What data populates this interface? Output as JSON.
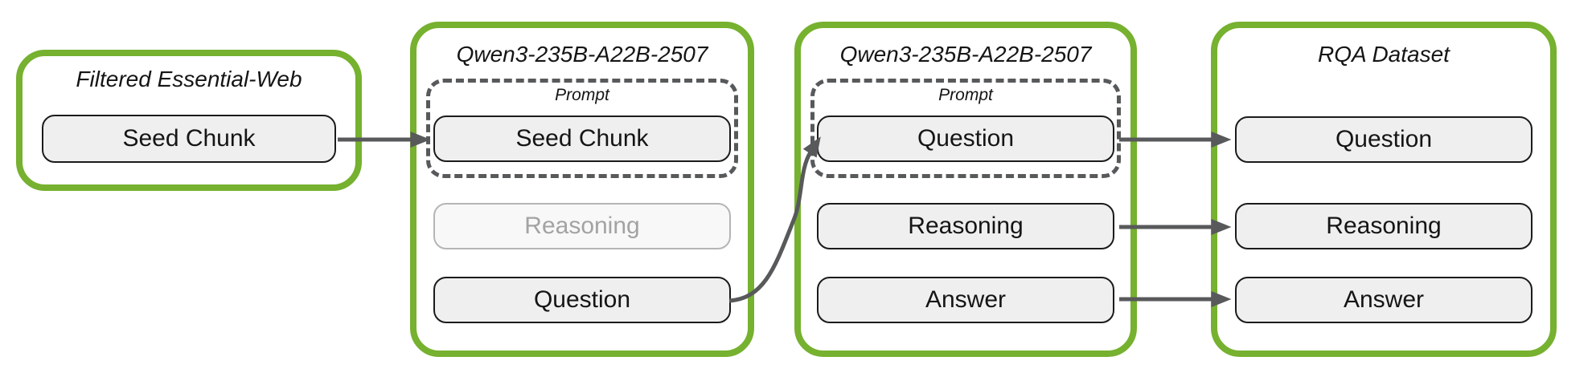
{
  "colors": {
    "background": "#ffffff",
    "group_border": "#76b12f",
    "arrow": "#58595b",
    "dashed_border": "#58595b",
    "node_fill": "#efefef",
    "node_border": "#1b1b1b",
    "node_text": "#151515",
    "faded_fill": "#f8f8f8",
    "faded_border": "#b5b5b5",
    "faded_text": "#a3a3a3",
    "title_text": "#151515"
  },
  "groups": [
    {
      "id": "filtered-essential-web",
      "title": "Filtered Essential-Web",
      "nodes": [
        {
          "label": "Seed Chunk",
          "state": "normal"
        }
      ]
    },
    {
      "id": "qwen-stage-1",
      "title": "Qwen3-235B-A22B-2507",
      "prompt": {
        "label": "Prompt",
        "nodes": [
          {
            "label": "Seed Chunk",
            "state": "normal"
          }
        ]
      },
      "nodes": [
        {
          "label": "Reasoning",
          "state": "faded"
        },
        {
          "label": "Question",
          "state": "normal"
        }
      ]
    },
    {
      "id": "qwen-stage-2",
      "title": "Qwen3-235B-A22B-2507",
      "prompt": {
        "label": "Prompt",
        "nodes": [
          {
            "label": "Question",
            "state": "normal"
          }
        ]
      },
      "nodes": [
        {
          "label": "Reasoning",
          "state": "normal"
        },
        {
          "label": "Answer",
          "state": "normal"
        }
      ]
    },
    {
      "id": "rqa-dataset",
      "title": "RQA Dataset",
      "nodes": [
        {
          "label": "Question",
          "state": "normal"
        },
        {
          "label": "Reasoning",
          "state": "normal"
        },
        {
          "label": "Answer",
          "state": "normal"
        }
      ]
    }
  ],
  "edges": [
    {
      "from": "filtered-essential-web.seed-chunk",
      "to": "qwen-stage-1.prompt.seed-chunk",
      "style": "straight"
    },
    {
      "from": "qwen-stage-1.question",
      "to": "qwen-stage-2.prompt.question",
      "style": "curved"
    },
    {
      "from": "qwen-stage-2.question",
      "to": "rqa-dataset.question",
      "style": "straight"
    },
    {
      "from": "qwen-stage-2.reasoning",
      "to": "rqa-dataset.reasoning",
      "style": "straight"
    },
    {
      "from": "qwen-stage-2.answer",
      "to": "rqa-dataset.answer",
      "style": "straight"
    }
  ]
}
